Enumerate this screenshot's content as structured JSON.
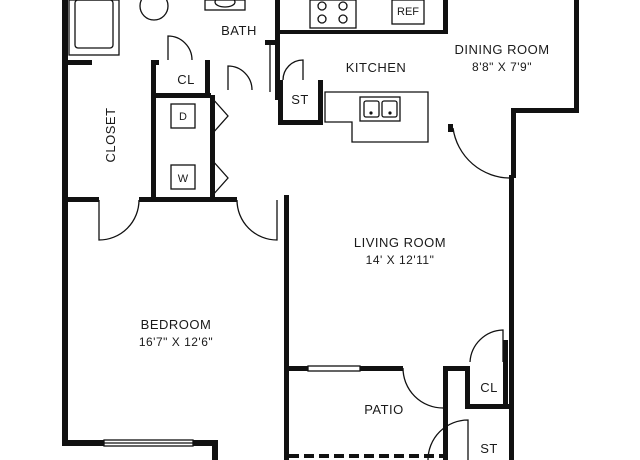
{
  "rooms": {
    "bath": "BATH",
    "kitchen": "KITCHEN",
    "dining": {
      "name": "DINING ROOM",
      "dims": "8'8\" X 7'9\""
    },
    "living": {
      "name": "LIVING ROOM",
      "dims": "14' X 12'11\""
    },
    "bedroom": {
      "name": "BEDROOM",
      "dims": "16'7\" X 12'6\""
    },
    "closet": "CLOSET",
    "patio": "PATIO"
  },
  "fixtures": {
    "ref": "REF",
    "cl_bath": "CL",
    "st_kitchen": "ST",
    "dryer": "D",
    "washer": "W",
    "cl_patio": "CL",
    "st_patio": "ST"
  }
}
